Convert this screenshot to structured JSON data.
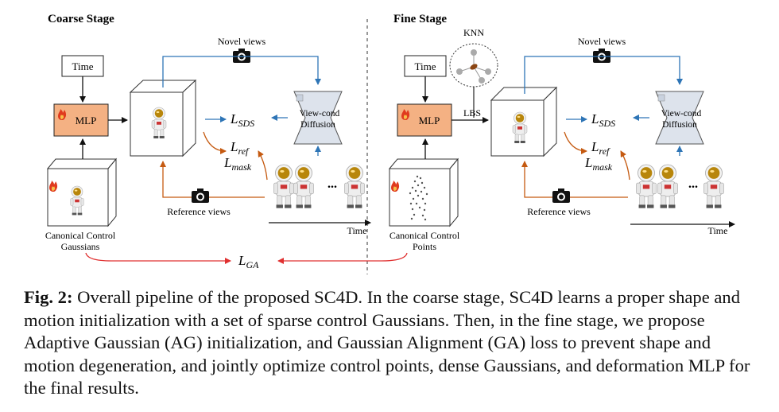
{
  "coarse": {
    "title": "Coarse Stage",
    "time_box": "Time",
    "mlp": "MLP",
    "novel_views": "Novel views",
    "reference_views": "Reference views",
    "view_cond_line1": "View-cond",
    "view_cond_line2": "Diffusion",
    "loss_sds_main": "L",
    "loss_sds_sub": "SDS",
    "loss_ref_main": "L",
    "loss_ref_sub": "ref",
    "loss_mask_main": "L",
    "loss_mask_sub": "mask",
    "canonical_line1": "Canonical Control",
    "canonical_line2": "Gaussians",
    "time_axis": "Time",
    "ellipsis": "..."
  },
  "fine": {
    "title": "Fine Stage",
    "time_box": "Time",
    "mlp": "MLP",
    "knn": "KNN",
    "lbs": "LBS",
    "novel_views": "Novel views",
    "reference_views": "Reference views",
    "view_cond_line1": "View-cond",
    "view_cond_line2": "Diffusion",
    "loss_sds_main": "L",
    "loss_sds_sub": "SDS",
    "loss_ref_main": "L",
    "loss_ref_sub": "ref",
    "loss_mask_main": "L",
    "loss_mask_sub": "mask",
    "canonical_line1": "Canonical Control",
    "canonical_line2": "Points",
    "time_axis": "Time",
    "ellipsis": "..."
  },
  "loss_ga_main": "L",
  "loss_ga_sub": "GA",
  "caption": {
    "label": "Fig. 2:",
    "text": " Overall pipeline of the proposed SC4D. In the coarse stage, SC4D learns a proper shape and motion initialization with a set of sparse control Gaussians. Then, in the fine stage, we propose Adaptive Gaussian (AG) initialization, and Gaussian Alignment (GA) loss to prevent shape and motion degeneration, and jointly optimize control points, dense Gaussians, and deformation MLP for the final results."
  },
  "colors": {
    "mlp_fill": "#f4b183",
    "blue_arrow": "#2e75b6",
    "orange_arrow": "#c55a11",
    "red_arrow": "#e03030"
  }
}
